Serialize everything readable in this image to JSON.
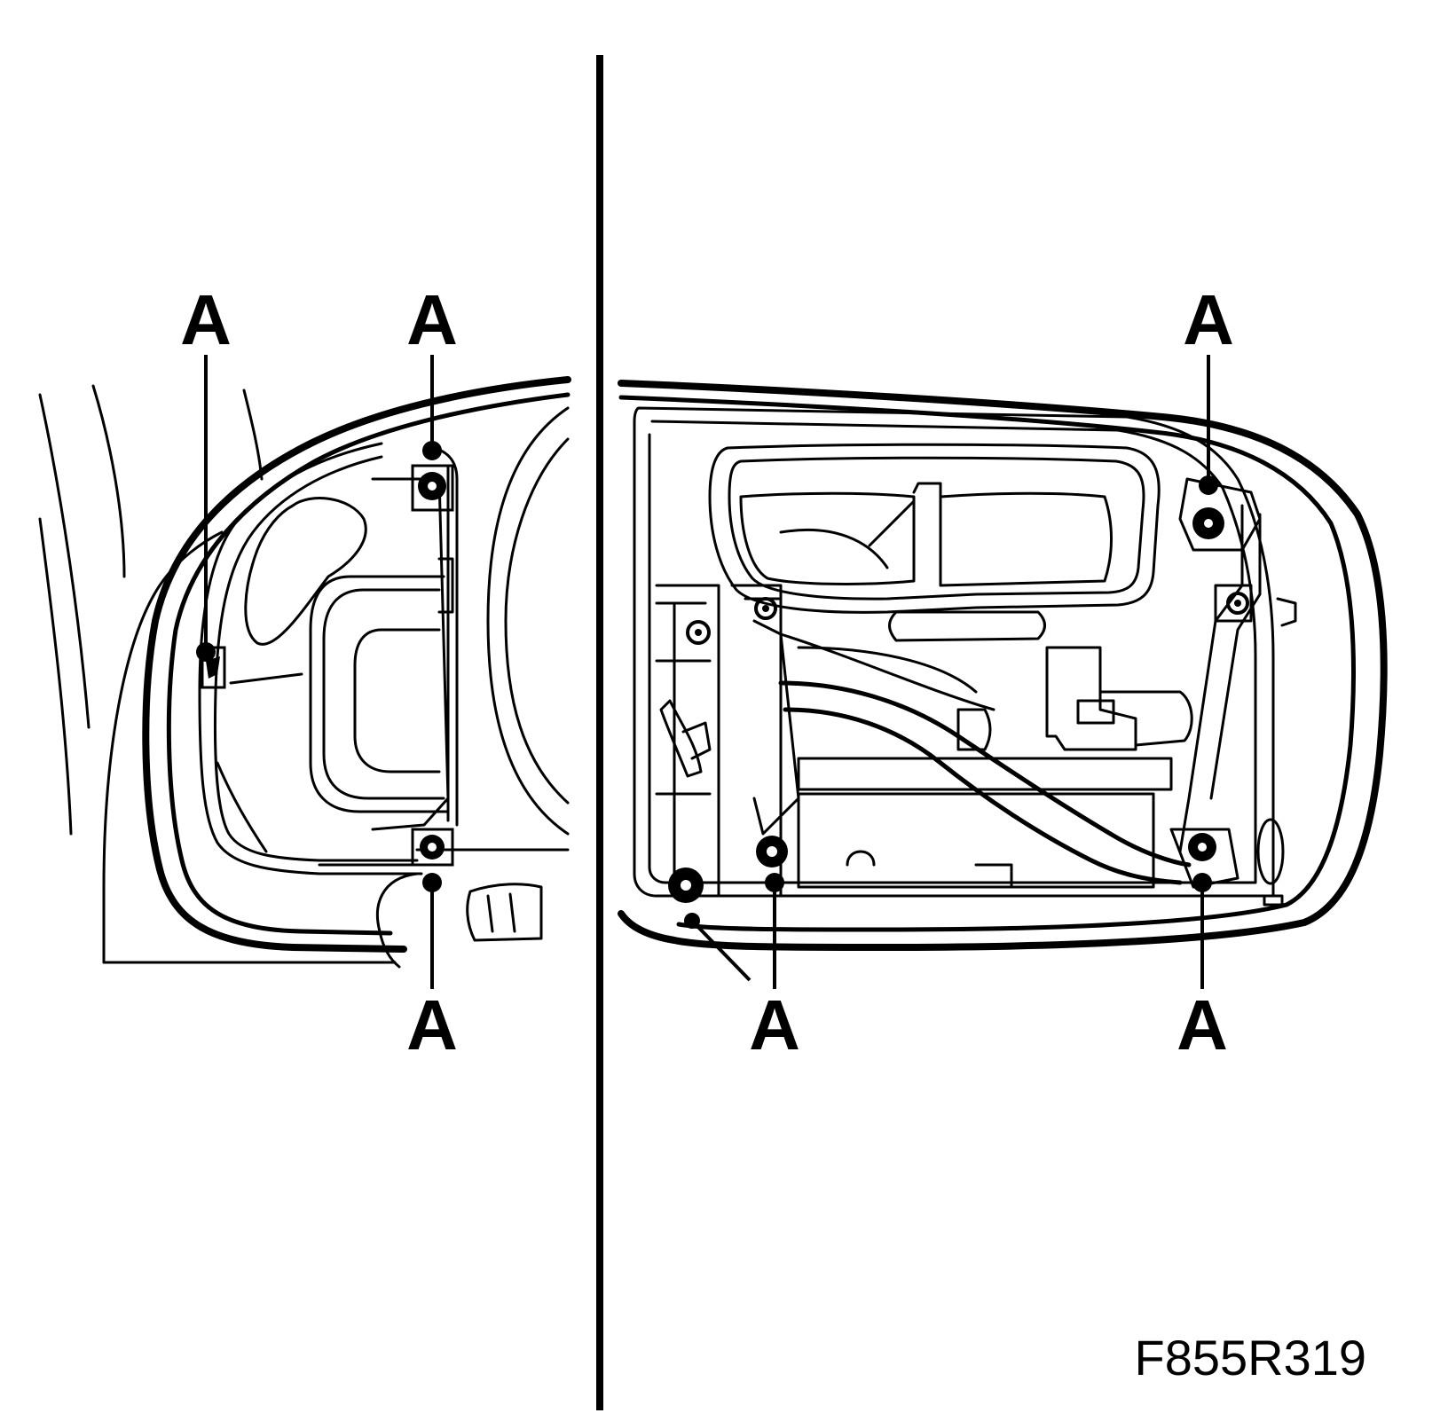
{
  "figure": {
    "id_label": "F855R319",
    "background": "#ffffff",
    "ink": "#000000"
  },
  "callouts": [
    {
      "panel": "left",
      "label": "A"
    },
    {
      "panel": "left",
      "label": "A"
    },
    {
      "panel": "left",
      "label": "A"
    },
    {
      "panel": "right",
      "label": "A"
    },
    {
      "panel": "right",
      "label": "A"
    },
    {
      "panel": "right",
      "label": "A"
    }
  ]
}
